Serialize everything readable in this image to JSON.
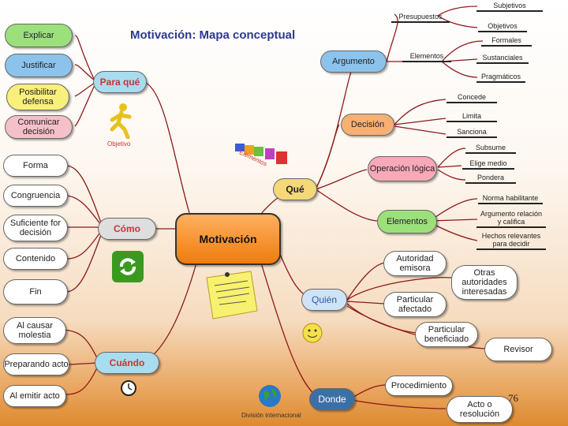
{
  "title": "Motivación: Mapa conceptual",
  "center": "Motivación",
  "hubs": {
    "para_que": "Para qué",
    "como": "Cómo",
    "cuando": "Cuándo",
    "que": "Qué",
    "quien": "Quién",
    "donde": "Donde"
  },
  "left_top": [
    "Explicar",
    "Justificar",
    "Posibilitar defensa",
    "Comunicar decisión"
  ],
  "left_middle": [
    "Forma",
    "Congruencia",
    "Suficiente for decisión",
    "Contenido",
    "Fin"
  ],
  "left_bottom": [
    "Al causar molestia",
    "Preparando acto",
    "Al emitir acto"
  ],
  "right_nodes": {
    "argumento": "Argumento",
    "decision": "Decisión",
    "operacion": "Operación lógica",
    "elementos": "Elementos",
    "autoridad_emisora": "Autoridad emisora",
    "otras_autoridades": "Otras autoridades interesadas",
    "particular_afectado": "Particular afectado",
    "particular_beneficiado": "Particular beneficiado",
    "revisor": "Revisor",
    "procedimiento": "Procedimiento",
    "acto_resolucion": "Acto o resolución"
  },
  "labels": {
    "subjetivos": "Subjetivos",
    "presupuestos": "Presupuestos",
    "objetivos": "Objetivos",
    "formales": "Formales",
    "elementos": "Elementos",
    "sustanciales": "Sustanciales",
    "pragmaticos": "Pragmáticos",
    "concede": "Concede",
    "limita": "Limita",
    "sanciona": "Sanciona",
    "subsume": "Subsume",
    "elige": "Elige medio",
    "pondera": "Pondera",
    "norma": "Norma habilitante",
    "argumento_relacion": "Argumento relación y califica",
    "hechos": "Hechos relevantes para decidir"
  },
  "captions": {
    "objetivo": "Objetivo",
    "elementos_blocks": "Elementos",
    "division": "División internacional"
  },
  "page_number": "76",
  "colors": {
    "accent": "#f07c0c",
    "title": "#2b3a8c"
  }
}
